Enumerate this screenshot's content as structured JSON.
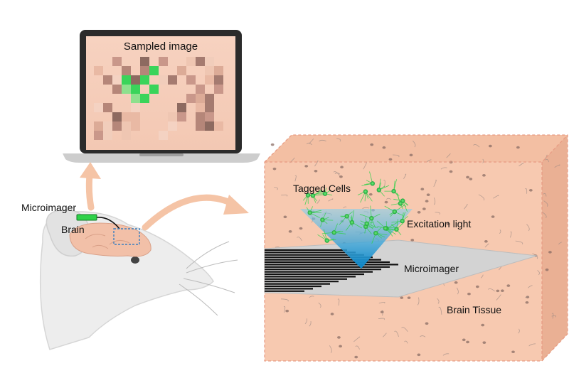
{
  "labels": {
    "sampled_image": "Sampled image",
    "microimager_left": "Microimager",
    "brain": "Brain",
    "tagged_cells": "Tagged Cells",
    "excitation_light": "Excitation light",
    "microimager_right": "Microimager",
    "brain_tissue": "Brain Tissue"
  },
  "colors": {
    "tissue": "#f7c9b0",
    "tissue_dark": "#eeb598",
    "arrow": "#f5c4a6",
    "tagged_green": "#2fd24a",
    "excitation_blue": "#1aa0dd",
    "probe_gray": "#d3d3d3",
    "fiber_black": "#111111",
    "laptop_frame": "#2b2b2b",
    "laptop_body": "#cfcfcf"
  },
  "icons": {
    "laptop": "laptop-icon",
    "mouse": "mouse-head-icon",
    "chip": "microimager-chip-icon"
  }
}
